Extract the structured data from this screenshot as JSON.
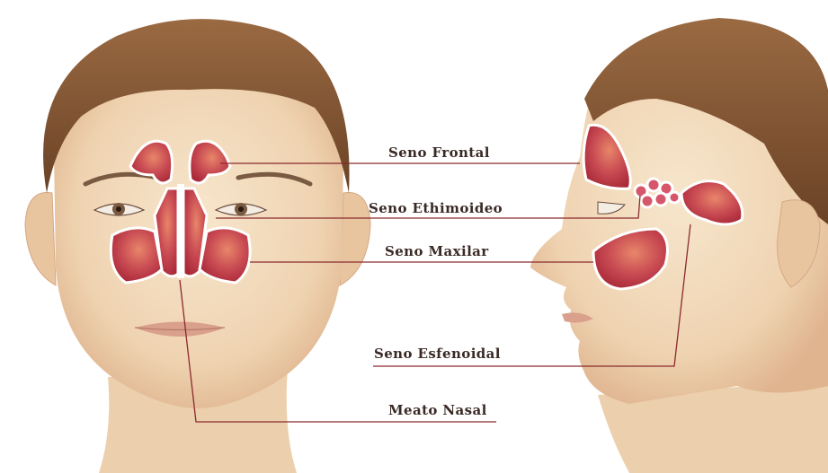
{
  "labels": {
    "frontal": "Seno Frontal",
    "ethmoid": "Seno Ethimoideo",
    "maxillary": "Seno Maxilar",
    "sphenoid": "Seno Esfenoidal",
    "meatus": "Meato Nasal"
  },
  "colors": {
    "skin": "#f1d7b8",
    "skin_shadow": "#e2b894",
    "hair": "#8a5a36",
    "hair_dark": "#5f3a22",
    "sinus_fill": "#c0394a",
    "sinus_highlight": "#e8866a",
    "leader_line": "#8a2a2e",
    "lips": "#d9a08c"
  }
}
